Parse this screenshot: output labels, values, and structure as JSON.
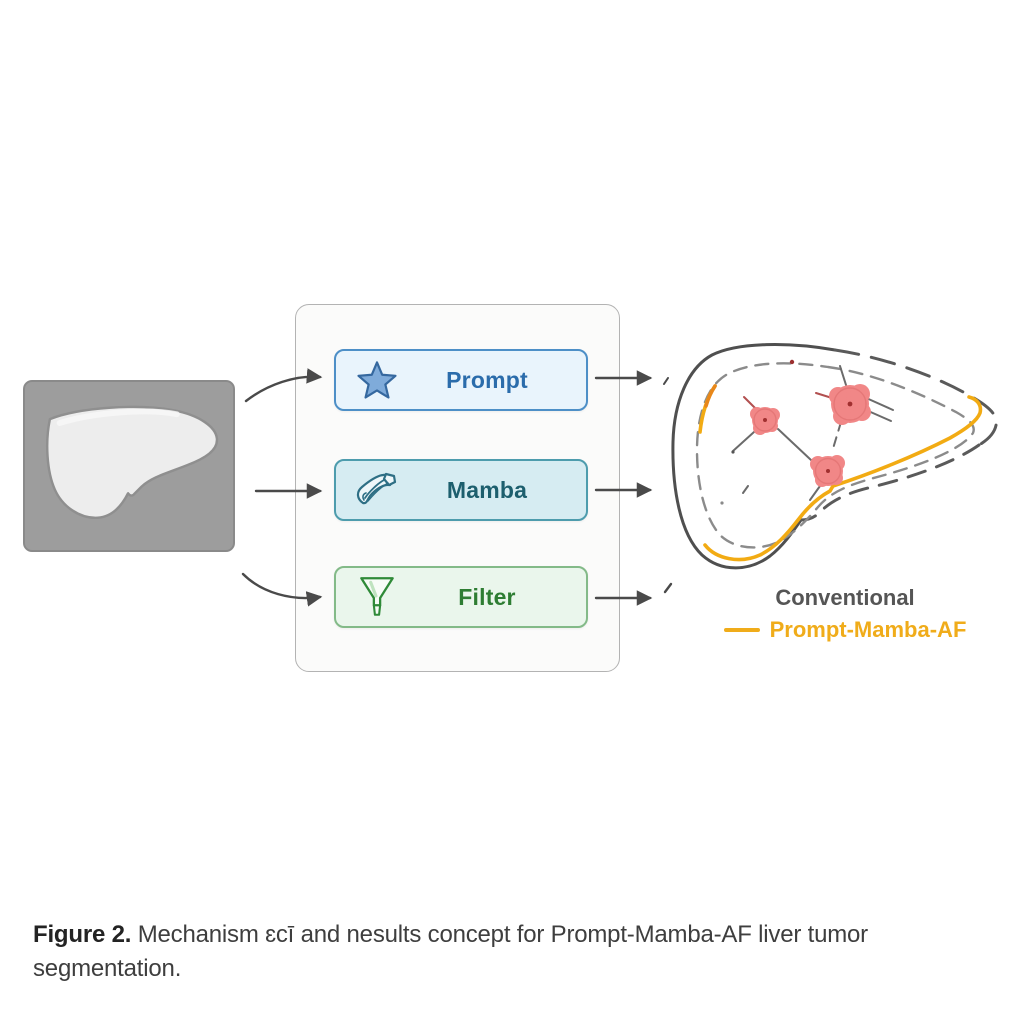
{
  "figure": {
    "input": {
      "name": "grayscale liver scan",
      "box_color": "#9d9d9d",
      "liver_fill": "#ededed"
    },
    "modules": [
      {
        "label": "Prompt",
        "icon": "star-icon",
        "accent": "#4d8fc7",
        "bg": "#e9f4fc",
        "text_color": "#2b6cab"
      },
      {
        "label": "Mamba",
        "icon": "snake-icon",
        "accent": "#4d9cad",
        "bg": "#d6ecf2",
        "text_color": "#1d5f6e"
      },
      {
        "label": "Filter",
        "icon": "funnel-icon",
        "accent": "#83ba88",
        "bg": "#eaf6ec",
        "text_color": "#2e7d33"
      }
    ],
    "result": {
      "tumor_color": "#f18787",
      "contour_conventional_color": "#5a5a5a",
      "contour_pmaf_color": "#f2ab13"
    },
    "legend": [
      {
        "label": "Conventional",
        "color": "#555555",
        "style": "dashed-gray"
      },
      {
        "label": "Prompt-Mamba-AF",
        "color": "#f0ac1a",
        "style": "solid-yellow"
      }
    ]
  },
  "caption": {
    "label": "Figure 2.",
    "text": "Mechanism ɛcī and nesults concept for Prompt-Mamba-AF liver tumor segmentation."
  }
}
